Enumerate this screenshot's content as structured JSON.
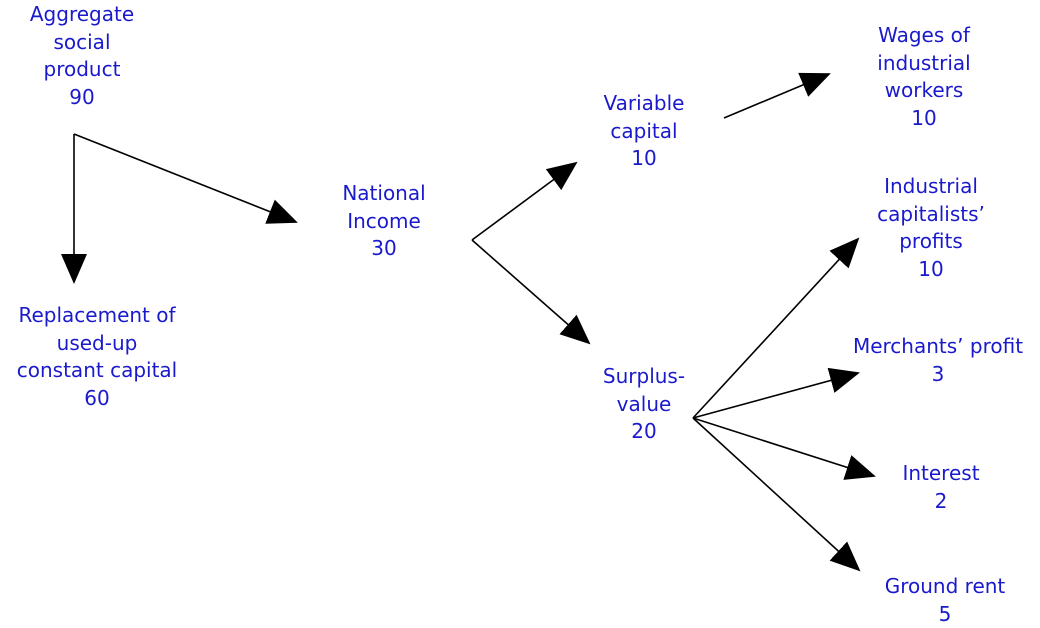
{
  "nodes": {
    "aggregate": {
      "lines": [
        "Aggregate",
        "social",
        "product"
      ],
      "value": "90"
    },
    "replacement": {
      "lines": [
        "Replacement of",
        "used-up",
        "constant capital"
      ],
      "value": "60"
    },
    "national_income": {
      "lines": [
        "National",
        "Income"
      ],
      "value": "30"
    },
    "variable_capital": {
      "lines": [
        "Variable",
        "capital"
      ],
      "value": "10"
    },
    "surplus_value": {
      "lines": [
        "Surplus-",
        "value"
      ],
      "value": "20"
    },
    "wages": {
      "lines": [
        "Wages of",
        "industrial",
        "workers"
      ],
      "value": "10"
    },
    "industrial_profits": {
      "lines": [
        "Industrial",
        "capitalists’",
        "profits"
      ],
      "value": "10"
    },
    "merchants_profit": {
      "lines": [
        "Merchants’ profit"
      ],
      "value": "3"
    },
    "interest": {
      "lines": [
        "Interest"
      ],
      "value": "2"
    },
    "ground_rent": {
      "lines": [
        "Ground rent"
      ],
      "value": "5"
    }
  },
  "colors": {
    "text": "#1a1acc",
    "arrow": "#000000"
  }
}
